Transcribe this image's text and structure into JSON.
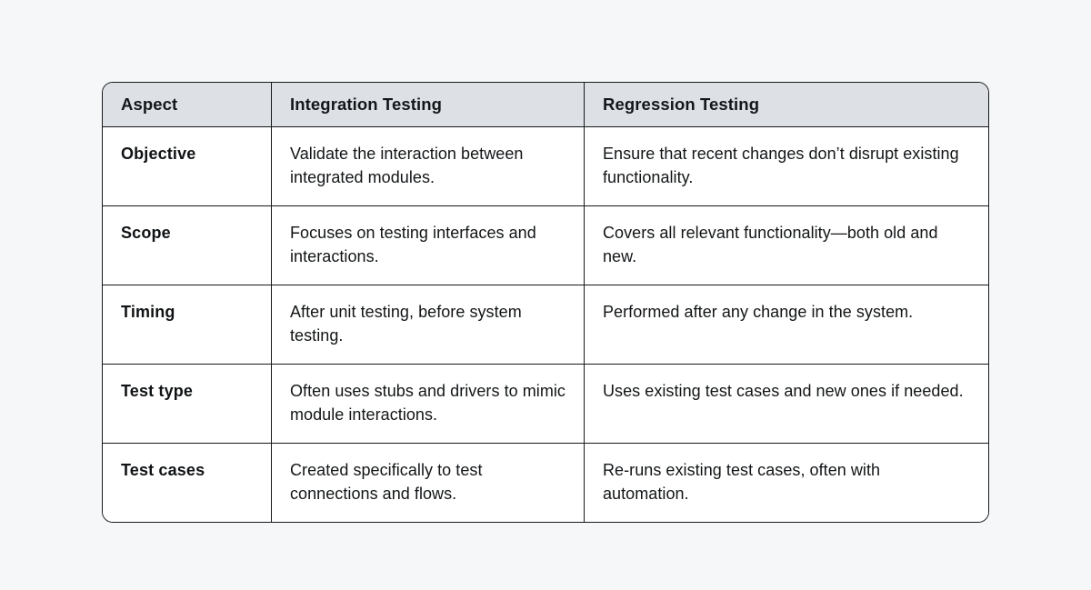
{
  "theme": {
    "page_background": "#f6f7f9",
    "header_background": "#dde1e5",
    "border_color": "#16181a",
    "text_color": "#121517",
    "cell_background": "#ffffff"
  },
  "table": {
    "columns": [
      {
        "key": "aspect",
        "label": "Aspect"
      },
      {
        "key": "integration",
        "label": "Integration Testing"
      },
      {
        "key": "regression",
        "label": "Regression Testing"
      }
    ],
    "rows": [
      {
        "aspect": "Objective",
        "integration": "Validate the interaction between integrated modules.",
        "regression": "Ensure that recent changes don’t disrupt existing functionality."
      },
      {
        "aspect": "Scope",
        "integration": "Focuses on testing interfaces and interactions.",
        "regression": "Covers all relevant functionality—both old and new."
      },
      {
        "aspect": "Timing",
        "integration": "After unit testing, before system testing.",
        "regression": "Performed after any change in the system."
      },
      {
        "aspect": "Test type",
        "integration": "Often uses stubs and drivers to mimic module interactions.",
        "regression": "Uses existing test cases and new ones if needed."
      },
      {
        "aspect": "Test cases",
        "integration": "Created specifically to test connections and flows.",
        "regression": "Re-runs existing test cases, often with automation."
      }
    ]
  }
}
